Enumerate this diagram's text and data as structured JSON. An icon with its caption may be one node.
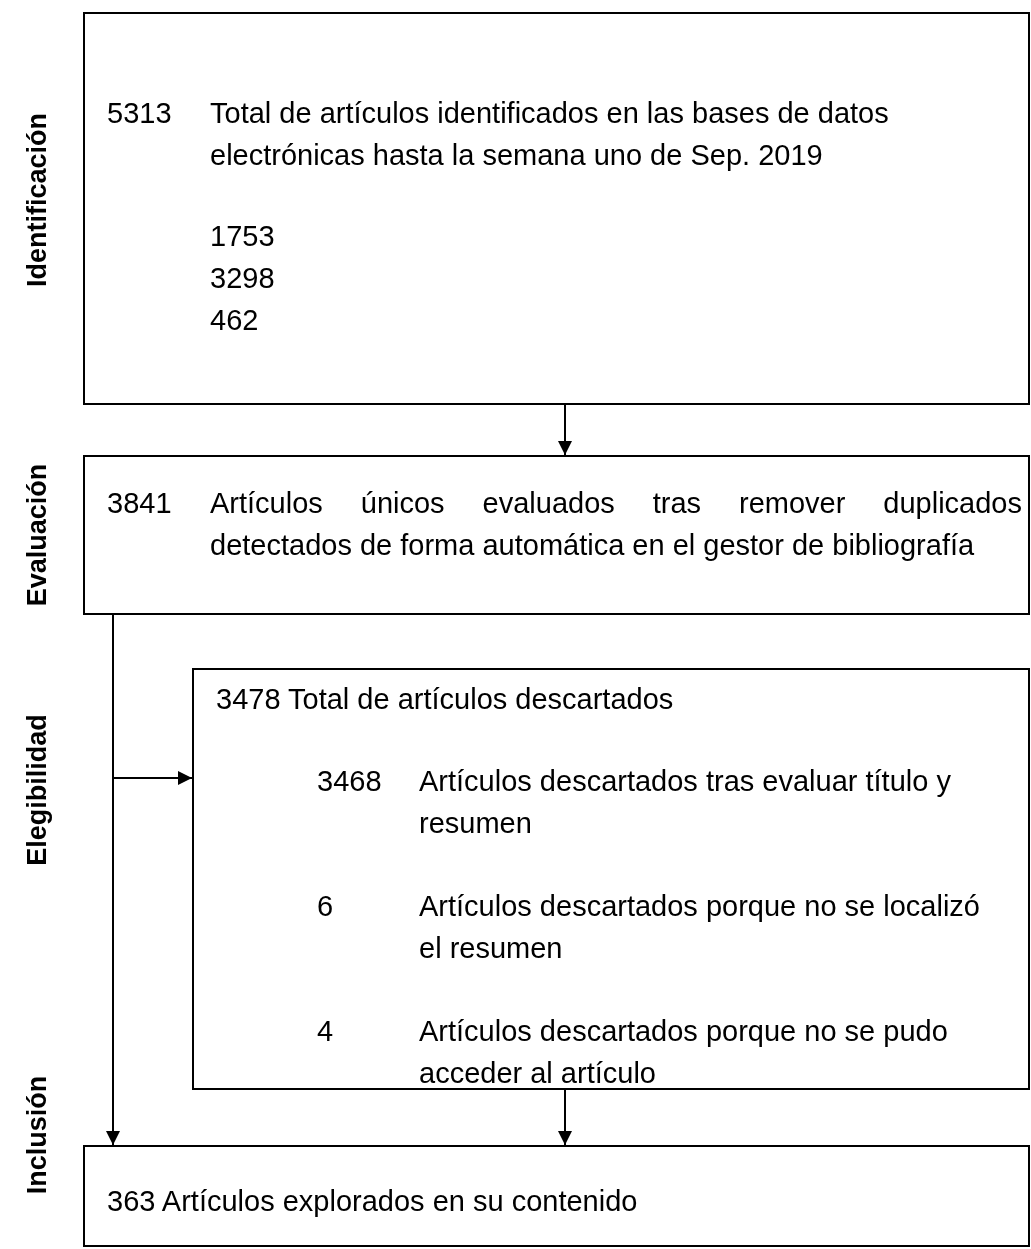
{
  "diagram": {
    "nodes": [
      {
        "text": [
          "5313",
          "Total de artículos identificados en las bases de datos electrónicas hasta la semana uno de Sep. 2019",
          "1753",
          "3298",
          "462"
        ]
      },
      {
        "text": [
          "3841",
          "Artículos únicos evaluados tras remover duplicados detectados de forma automática en el gestor de bibliografía"
        ]
      },
      {
        "text": [
          "3478 Total de artículos descartados",
          "3468",
          "Artículos descartados tras evaluar título y resumen",
          "6",
          "Artículos descartados porque no se localizó el resumen",
          "4",
          "Artículos descartados porque no se pudo acceder al artículo"
        ]
      },
      {
        "text": [
          "363 Artículos explorados en su contenido"
        ]
      }
    ],
    "edges": [
      {
        "from": 0,
        "to": 1,
        "arrow": "to"
      },
      {
        "from": 1,
        "to": 2,
        "arrow": "to"
      },
      {
        "from": 1,
        "to": 3,
        "arrow": "to"
      },
      {
        "from": 2,
        "to": 3,
        "arrow": "to"
      }
    ],
    "labels": [
      "Identificación",
      "Evaluación",
      "Elegibilidad",
      "Inclusión"
    ]
  }
}
